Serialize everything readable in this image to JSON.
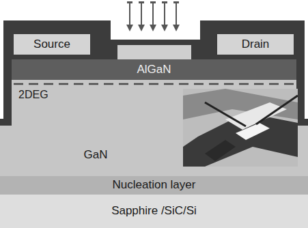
{
  "diagram": {
    "nodes": [
      {
        "text": [
          "Source"
        ]
      },
      {
        "text": [
          "Drain"
        ]
      },
      {
        "text": [
          "AlGaN"
        ]
      },
      {
        "text": [
          "GaN"
        ]
      },
      {
        "text": [
          "Nucleation layer"
        ]
      },
      {
        "text": [
          "Sapphire /SiC/Si"
        ]
      }
    ],
    "labels": [
      "2DEG"
    ]
  }
}
